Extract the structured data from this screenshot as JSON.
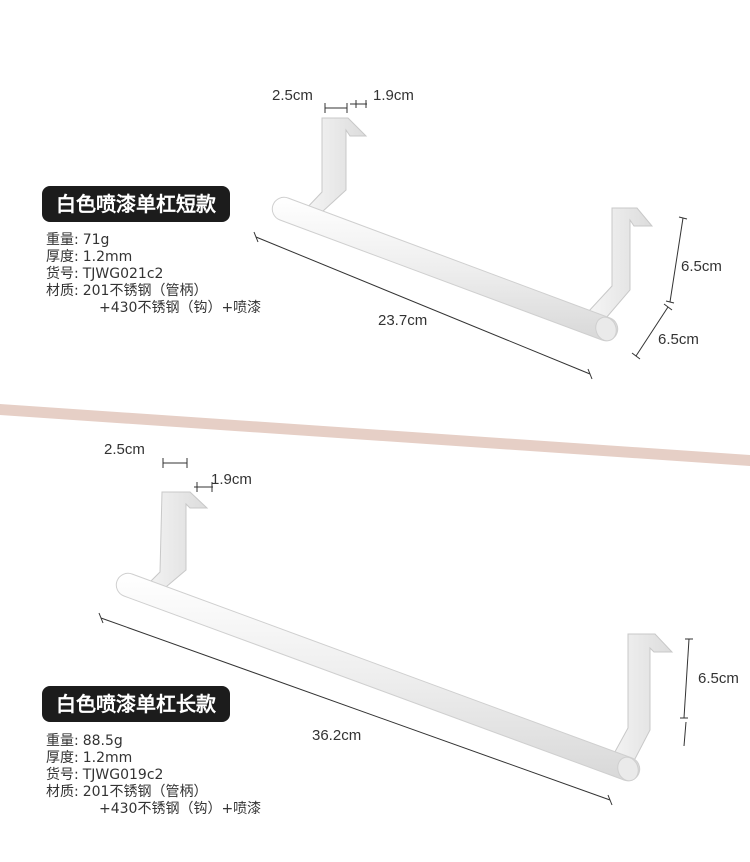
{
  "top_product": {
    "title": "白色喷漆单杠短款",
    "specs": [
      {
        "label": "重量:",
        "value": "71g"
      },
      {
        "label": "厚度:",
        "value": "1.2mm"
      },
      {
        "label": "货号:",
        "value": "TJWG021c2"
      },
      {
        "label": "材质:",
        "value": "201不锈钢（管柄）"
      }
    ],
    "spec_continuation": "+430不锈钢（钩）+喷漆",
    "dims": {
      "hook_width": "2.5cm",
      "hook_depth": "1.9cm",
      "length": "23.7cm",
      "height": "6.5cm",
      "depth": "6.5cm"
    }
  },
  "bottom_product": {
    "title": "白色喷漆单杠长款",
    "specs": [
      {
        "label": "重量:",
        "value": "88.5g"
      },
      {
        "label": "厚度:",
        "value": "1.2mm"
      },
      {
        "label": "货号:",
        "value": "TJWG019c2"
      },
      {
        "label": "材质:",
        "value": "201不锈钢（管柄）"
      }
    ],
    "spec_continuation": "+430不锈钢（钩）+喷漆",
    "dims": {
      "hook_width": "2.5cm",
      "hook_depth": "1.9cm",
      "length": "36.2cm",
      "height": "6.5cm"
    }
  },
  "colors": {
    "divider": "#e6cfc6",
    "badge_bg": "#1c1c1c",
    "rail": "#f2f2f2",
    "rail_outline": "#cfcfcf"
  }
}
